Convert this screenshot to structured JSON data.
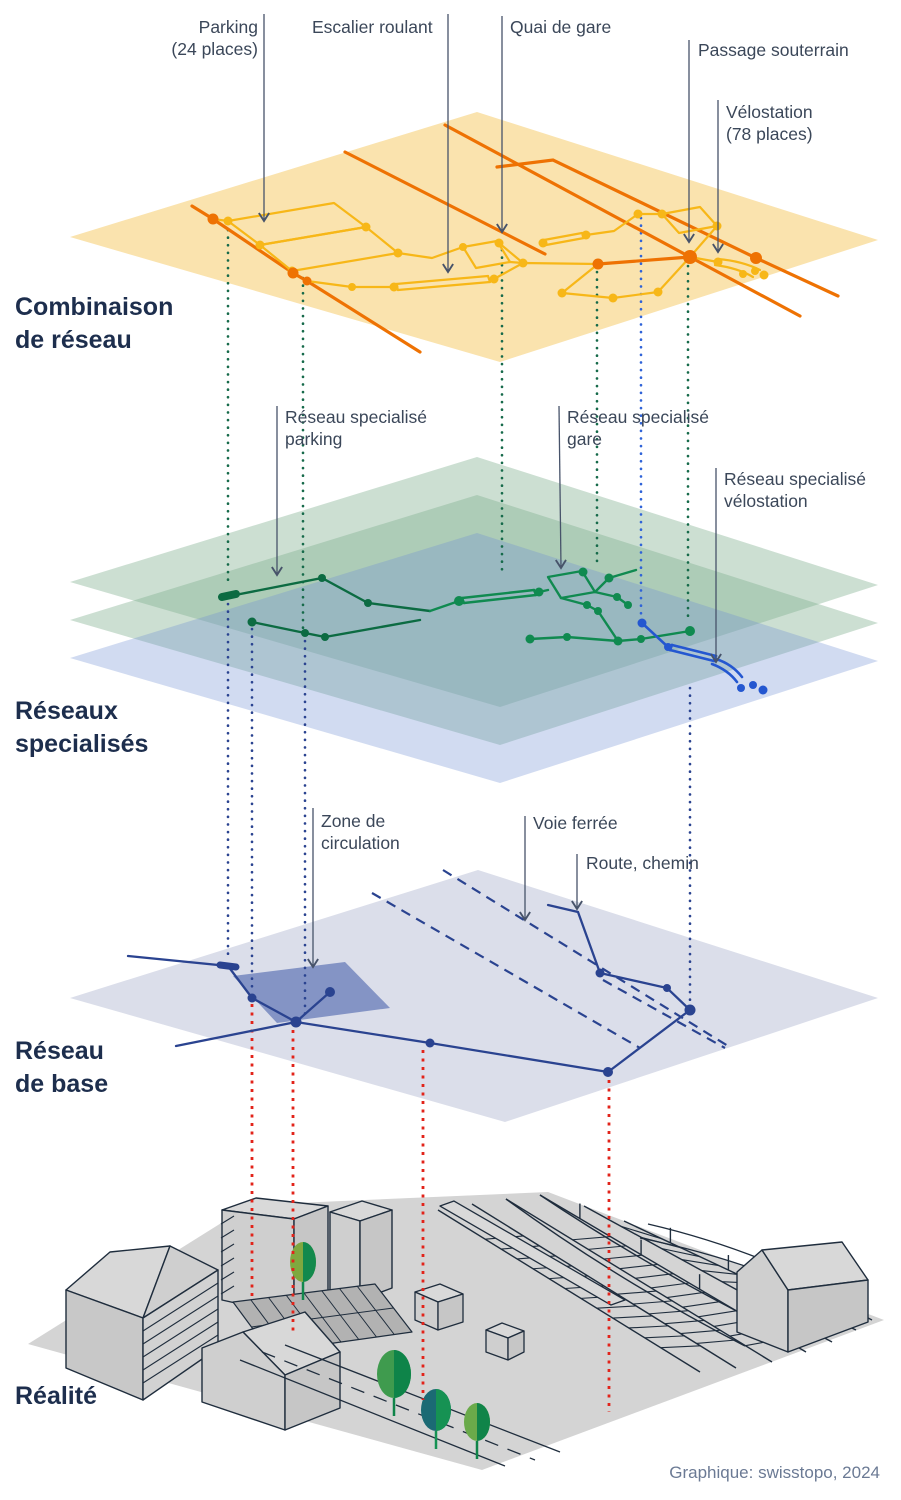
{
  "sections": {
    "combined": {
      "label": "Combinaison\nde réseau"
    },
    "specialized": {
      "label": "Réseaux\nspecialisés"
    },
    "base": {
      "label": "Réseau\nde base"
    },
    "reality": {
      "label": "Réalité"
    }
  },
  "annotations": {
    "parking": "Parking\n(24 places)",
    "escalator": "Escalier roulant",
    "platform": "Quai de gare",
    "underpass": "Passage souterrain",
    "bike_station": "Vélostation\n(78 places)",
    "network_parking": "Réseau specialisé\nparking",
    "network_station": "Réseau specialisé\ngare",
    "network_bike": "Réseau specialisé\nvélostation",
    "circulation_zone": "Zone de\ncirculation",
    "railway": "Voie ferrée",
    "road": "Route, chemin"
  },
  "credit": "Graphique: swisstopo, 2024",
  "colors": {
    "combined_plane": "#fae3ae",
    "combined_roads": "#ee7203",
    "combined_network": "#f7b718",
    "specialized_green_plane": "#7fae8e",
    "specialized_blue_plane": "#6f8fd2",
    "network_parking": "#0c6b42",
    "network_station": "#108a50",
    "network_bike": "#2457d0",
    "base_plane": "#dbdeea",
    "circulation_zone": "#8494c5",
    "base_network": "#2a4390",
    "guide_green": "#166a4a",
    "guide_blue": "#2f63d8",
    "guide_navy": "#2a4390",
    "guide_red": "#e2231a",
    "leader": "#47536a",
    "reality_outline": "#1f2d3d",
    "reality_ground": "#d4d4d4"
  }
}
